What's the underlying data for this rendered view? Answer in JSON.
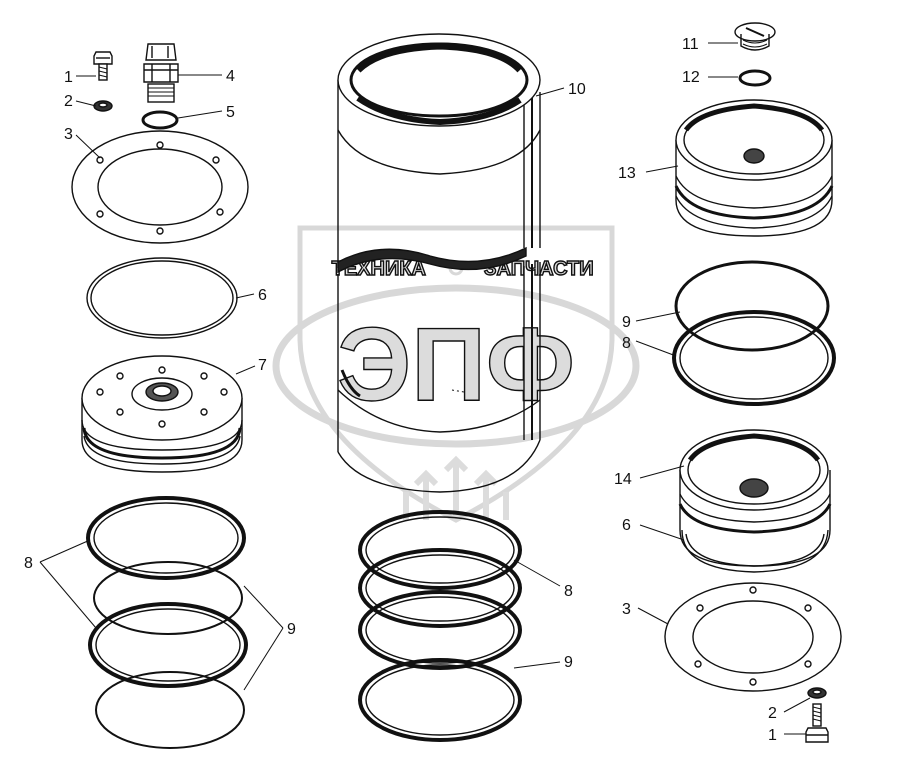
{
  "watermark": {
    "top_text_left": "ТЕХНИКА",
    "top_text_right": "ЗАПЧАСТИ",
    "logo_text": "ЭПФ",
    "color": "#d6d6d6"
  },
  "callouts": {
    "c1a": "1",
    "c2a": "2",
    "c3a": "3",
    "c4": "4",
    "c5": "5",
    "c6a": "6",
    "c7": "7",
    "c8a": "8",
    "c9a": "9",
    "c10": "10",
    "c8b": "8",
    "c9b": "9",
    "c11": "11",
    "c12": "12",
    "c13": "13",
    "c9c": "9",
    "c8c": "8",
    "c14": "14",
    "c6b": "6",
    "c3b": "3",
    "c2b": "2",
    "c1b": "1"
  },
  "colors": {
    "line": "#111111",
    "paper": "#ffffff"
  }
}
